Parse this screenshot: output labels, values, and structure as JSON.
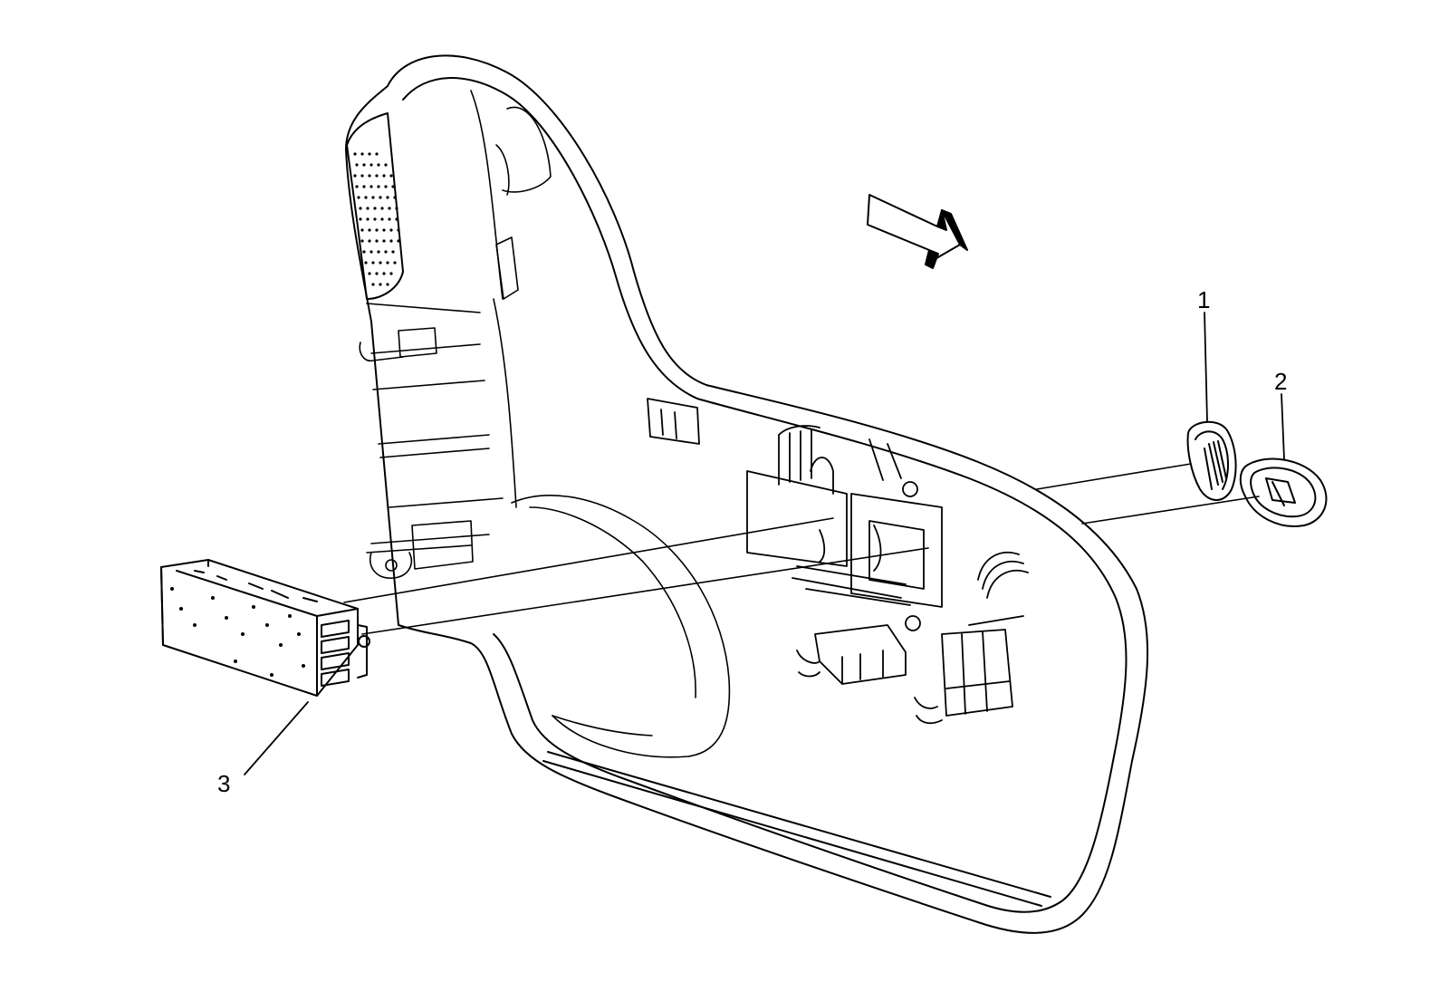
{
  "diagram": {
    "callouts": [
      {
        "id": "1",
        "label": "1",
        "part": "switch-knob"
      },
      {
        "id": "2",
        "label": "2",
        "part": "switch-bezel"
      },
      {
        "id": "3",
        "label": "3",
        "part": "seat-switch-module"
      }
    ],
    "direction_indicator": "arrow-icon",
    "colors": {
      "line": "#000000",
      "background": "#ffffff",
      "shading": "#e8e8e8"
    }
  }
}
